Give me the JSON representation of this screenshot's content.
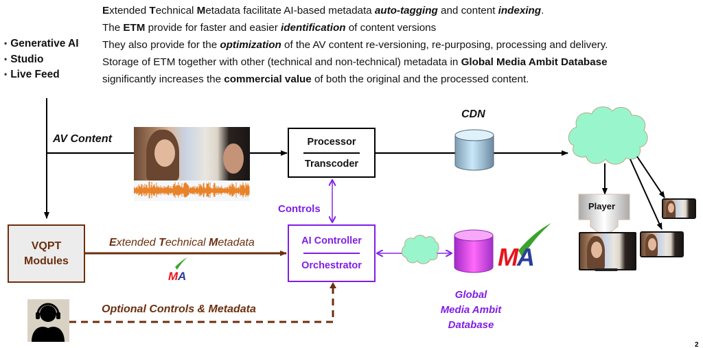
{
  "intro": {
    "lines": [
      {
        "parts": [
          {
            "t": "E",
            "s": "b"
          },
          {
            "t": "xtended ",
            "s": ""
          },
          {
            "t": "T",
            "s": "b"
          },
          {
            "t": "echnical ",
            "s": ""
          },
          {
            "t": "M",
            "s": "b"
          },
          {
            "t": "etadata facilitate AI-based metadata ",
            "s": ""
          },
          {
            "t": "auto-tagging",
            "s": "bi"
          },
          {
            "t": " and content ",
            "s": ""
          },
          {
            "t": "indexing",
            "s": "bi"
          },
          {
            "t": ".",
            "s": ""
          }
        ]
      },
      {
        "parts": [
          {
            "t": "The ",
            "s": ""
          },
          {
            "t": "ETM",
            "s": "b"
          },
          {
            "t": " provide for faster and easier ",
            "s": ""
          },
          {
            "t": "identification",
            "s": "bi"
          },
          {
            "t": " of content versions",
            "s": ""
          }
        ]
      },
      {
        "parts": [
          {
            "t": "They also provide for the ",
            "s": ""
          },
          {
            "t": "optimization",
            "s": "bi"
          },
          {
            "t": " of the AV content re-versioning, re-purposing, processing and delivery.",
            "s": ""
          }
        ]
      },
      {
        "parts": [
          {
            "t": "Storage of ETM together with other (technical and non-technical) metadata in ",
            "s": ""
          },
          {
            "t": "Global Media Ambit Database",
            "s": "b"
          }
        ]
      },
      {
        "parts": [
          {
            "t": "significantly increases the ",
            "s": ""
          },
          {
            "t": "commercial value",
            "s": "b"
          },
          {
            "t": " of both the original and the processed content.",
            "s": ""
          }
        ]
      }
    ]
  },
  "sources": [
    "Generative AI",
    "Studio",
    "Live Feed"
  ],
  "labels": {
    "av_content": "AV Content",
    "cdn": "CDN",
    "controls": "Controls",
    "etm_prefix": [
      "E",
      "xtended ",
      "T",
      "echnical ",
      "M",
      "etadata"
    ],
    "optional": "Optional Controls & Metadata",
    "gmad": [
      "Global",
      "Media Ambit",
      "Database"
    ],
    "player": "Player"
  },
  "boxes": {
    "processor": {
      "top": "Processor",
      "bottom": "Transcoder"
    },
    "controller": {
      "top": "AI Controller",
      "bottom": "Orchestrator"
    },
    "vqpt": {
      "top": "VQPT",
      "bottom": "Modules"
    }
  },
  "logo": {
    "text": "MA"
  },
  "colors": {
    "text": "#111111",
    "purple": "#7f1ee6",
    "brown": "#6b2e0e",
    "cloud": "#99f5cc",
    "cloud_stroke": "#b9a98a",
    "cdn_db": "#bfe3f7",
    "gmad_db": "#f45ef5",
    "vqpt_fill": "#ececec",
    "logo_red": "#e8141b",
    "logo_blue": "#2b3d9a",
    "logo_green": "#3aa32c"
  },
  "page_number": "2"
}
